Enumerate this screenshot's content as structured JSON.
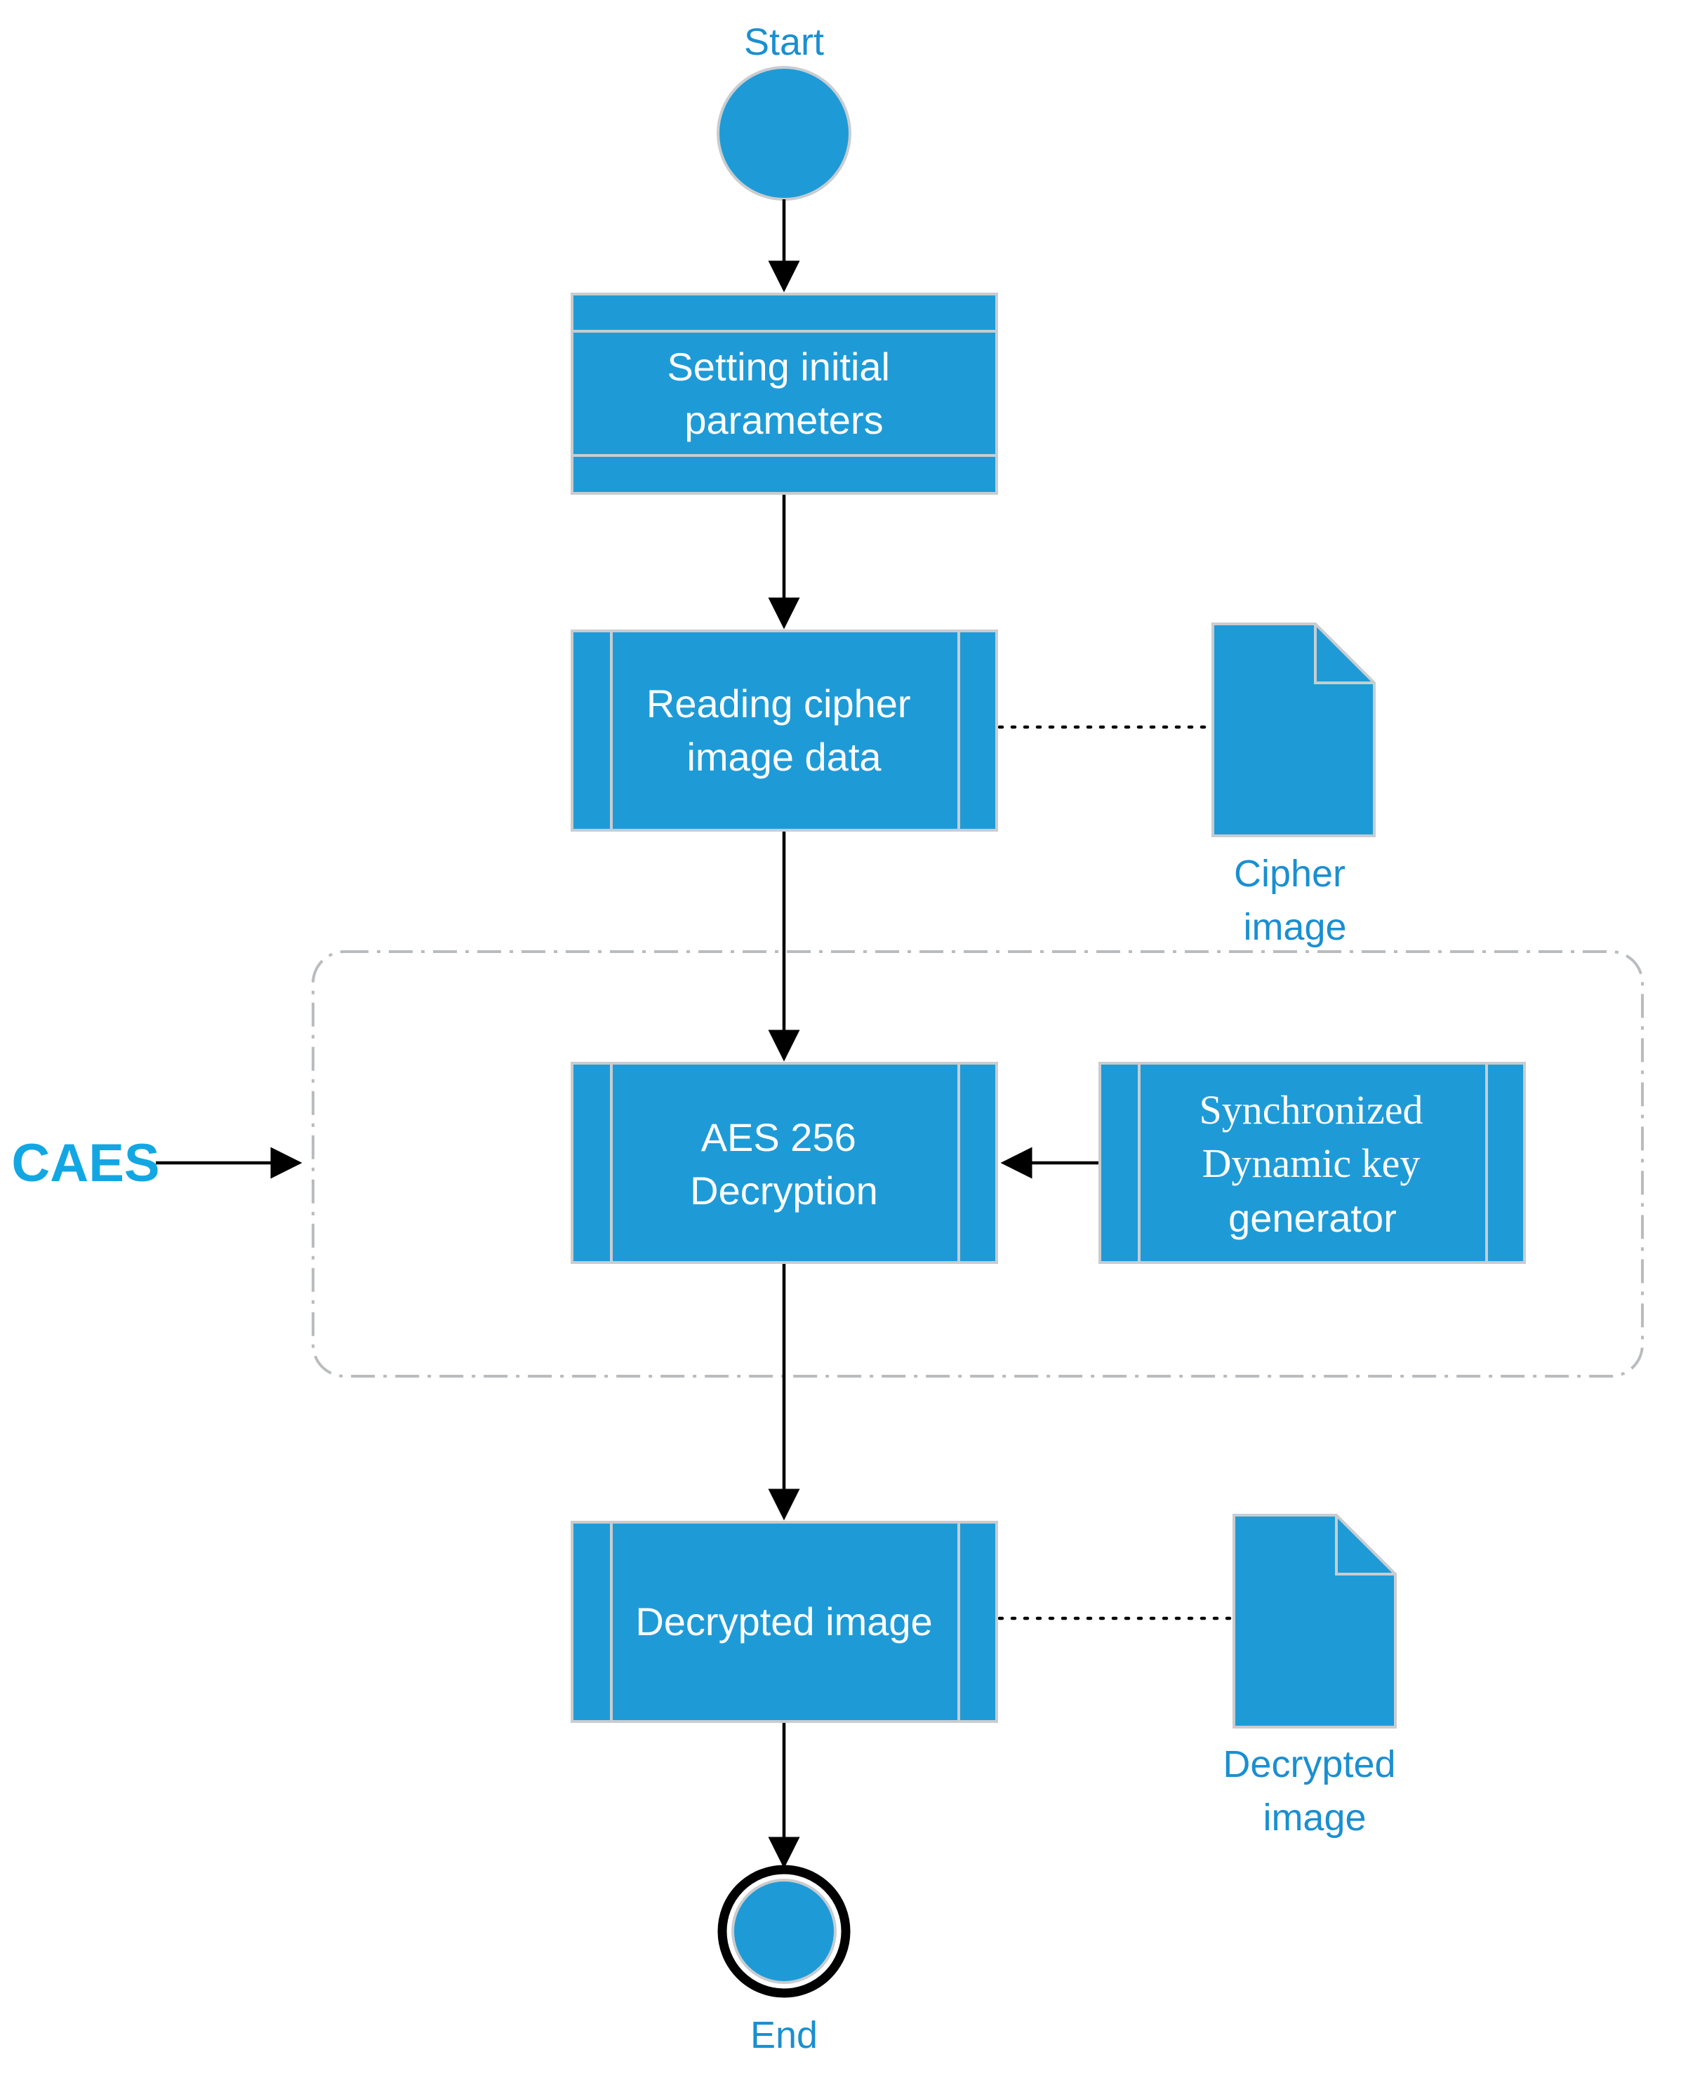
{
  "diagram": {
    "start_label": "Start",
    "end_label": "End",
    "caes_label": "CAES",
    "nodes": {
      "init_params": [
        "Setting initial",
        "parameters"
      ],
      "read_cipher": [
        "Reading cipher",
        "image data"
      ],
      "aes_decrypt": [
        "AES 256",
        "Decryption"
      ],
      "key_generator": [
        "Synchronized",
        "Dynamic key",
        "generator"
      ],
      "decrypted_image": [
        "Decrypted image"
      ]
    },
    "documents": {
      "cipher_image": [
        "Cipher",
        "image"
      ],
      "decrypted_image_doc": [
        "Decrypted",
        "image"
      ]
    }
  },
  "colors": {
    "node_fill": "#1e9bd7",
    "node_border": "#c9ccd0",
    "label_blue": "#1a8fd1",
    "caes_blue": "#12a7e3"
  }
}
